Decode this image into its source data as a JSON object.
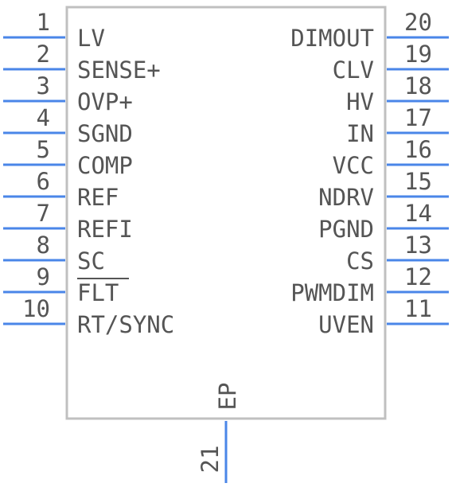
{
  "component": {
    "exposed_pad": {
      "number": "21",
      "label": "EP"
    },
    "left_pins": [
      {
        "number": "1",
        "label": "LV"
      },
      {
        "number": "2",
        "label": "SENSE+"
      },
      {
        "number": "3",
        "label": "OVP+"
      },
      {
        "number": "4",
        "label": "SGND"
      },
      {
        "number": "5",
        "label": "COMP"
      },
      {
        "number": "6",
        "label": "REF"
      },
      {
        "number": "7",
        "label": "REFI"
      },
      {
        "number": "8",
        "label": "SC"
      },
      {
        "number": "9",
        "label": "FLT",
        "active_low": true
      },
      {
        "number": "10",
        "label": "RT/SYNC"
      }
    ],
    "right_pins": [
      {
        "number": "20",
        "label": "DIMOUT"
      },
      {
        "number": "19",
        "label": "CLV"
      },
      {
        "number": "18",
        "label": "HV"
      },
      {
        "number": "17",
        "label": "IN"
      },
      {
        "number": "16",
        "label": "VCC"
      },
      {
        "number": "15",
        "label": "NDRV"
      },
      {
        "number": "14",
        "label": "PGND"
      },
      {
        "number": "13",
        "label": "CS"
      },
      {
        "number": "12",
        "label": "PWMDIM"
      },
      {
        "number": "11",
        "label": "UVEN"
      }
    ],
    "colors": {
      "pin": "#4a86e8",
      "body": "#c0c0c0",
      "text": "#555555"
    }
  }
}
